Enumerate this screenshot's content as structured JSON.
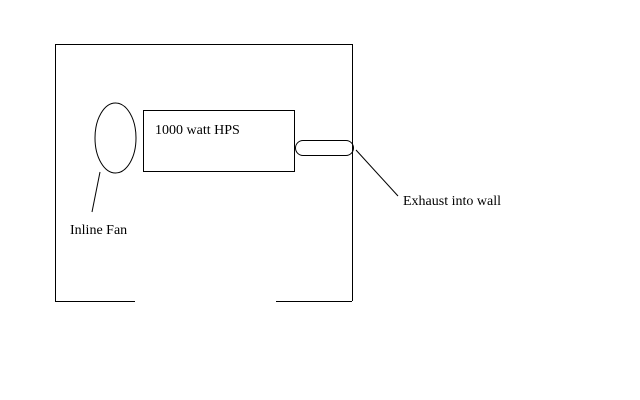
{
  "labels": {
    "lamp": "1000 watt HPS",
    "fan": "Inline Fan",
    "exhaust": "Exhaust into wall"
  },
  "colors": {
    "line": "#000000",
    "background": "#ffffff"
  }
}
